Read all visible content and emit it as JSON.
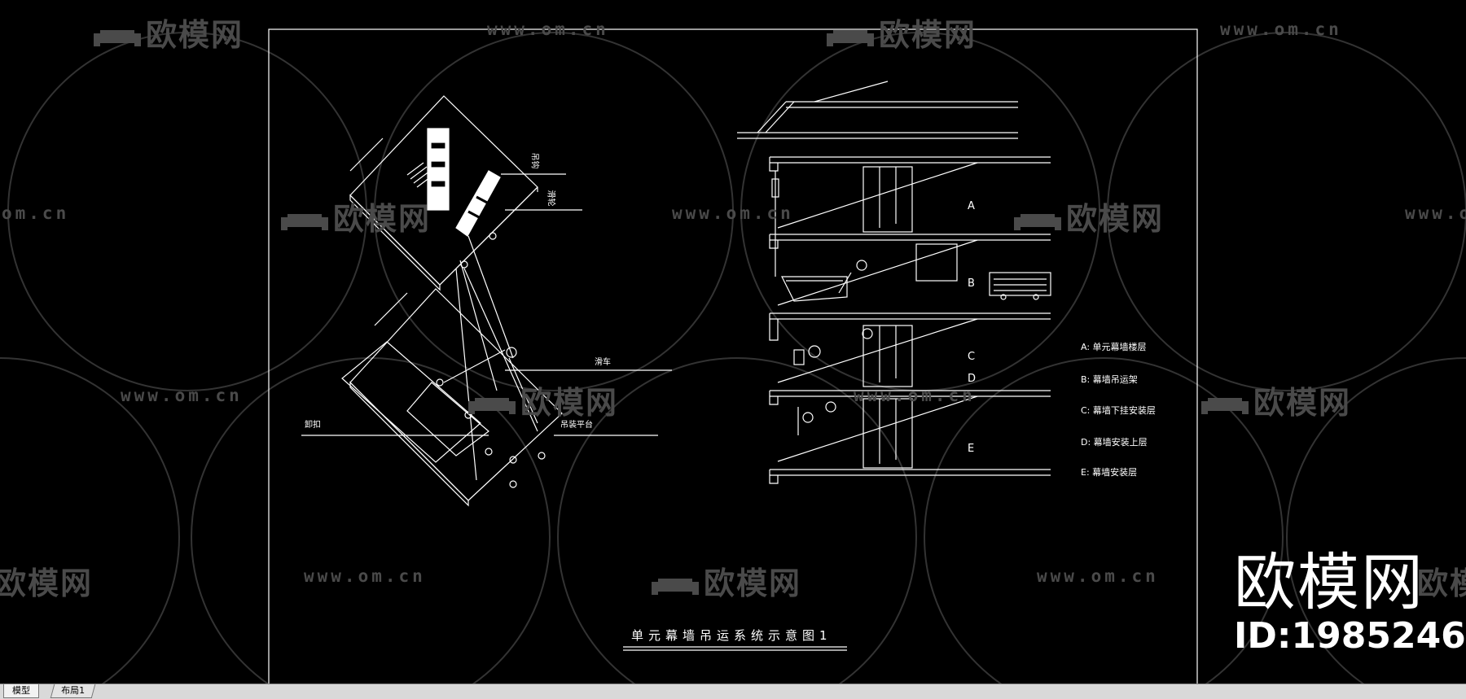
{
  "watermarks": {
    "logo_text": "欧模网",
    "url_text": "www.om.cn",
    "url_partial": "om.cn",
    "logo_partial": "欧模网"
  },
  "drawing": {
    "title": "单元幕墙吊运系统示意图1",
    "left_labels": [
      "吊钩",
      "滑轮",
      "滑车",
      "卸扣",
      "吊装平台"
    ],
    "right_markers": [
      "A",
      "B",
      "C",
      "D",
      "E"
    ],
    "legend": [
      "A: 单元幕墙楼层",
      "B: 幕墙吊运架",
      "C: 幕墙下挂安装层",
      "D: 幕墙安装上层",
      "E: 幕墙安装层"
    ]
  },
  "brand": {
    "name": "欧模网",
    "id": "ID:1985246"
  },
  "tabs": {
    "model": "模型",
    "layout": "布局1"
  },
  "colors": {
    "background": "#000000",
    "linework": "#ffffff",
    "watermark": "#4a4a4a",
    "tabbar": "#d9d9d9"
  }
}
